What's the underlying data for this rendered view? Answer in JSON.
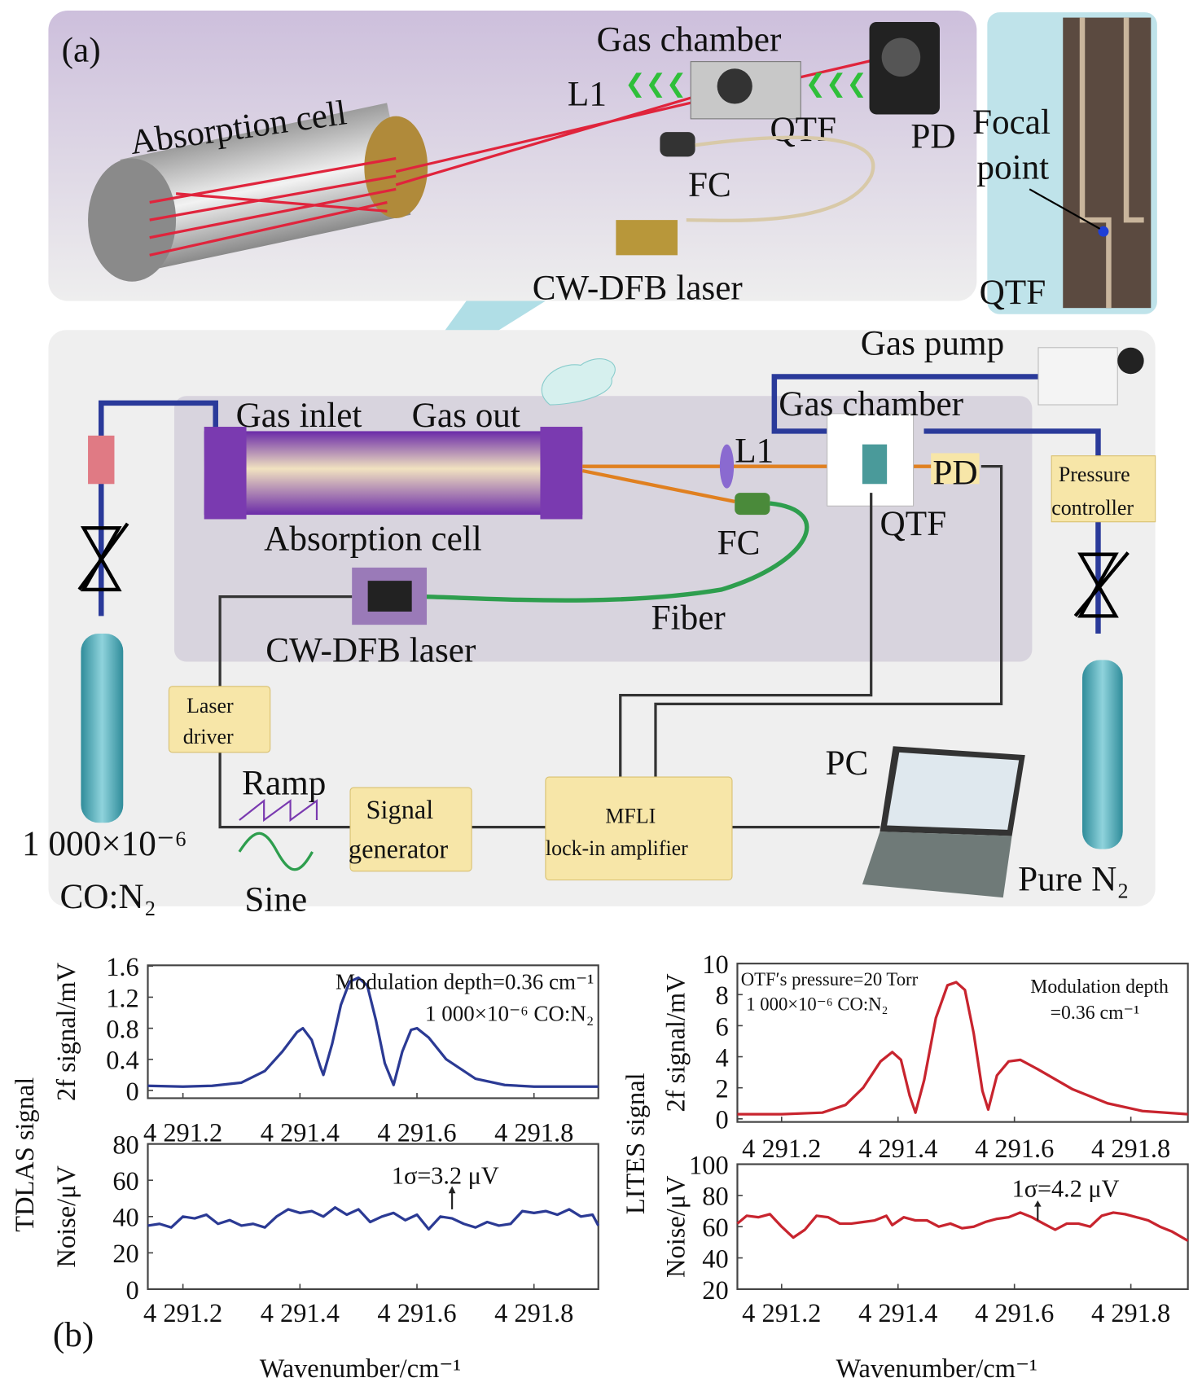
{
  "panel_a": {
    "label": "(a)",
    "inset_top": {
      "gas_chamber": "Gas chamber",
      "absorption_cell": "Absorption cell",
      "l1": "L1",
      "qtf": "QTF",
      "pd": "PD",
      "fc": "FC",
      "laser": "CW-DFB laser"
    },
    "qtf_photo": {
      "focal_point_1": "Focal",
      "focal_point_2": "point",
      "qtf": "QTF"
    },
    "setup": {
      "gas_pump": "Gas pump",
      "gas_chamber": "Gas chamber",
      "gas_inlet": "Gas inlet",
      "gas_out": "Gas out",
      "l1": "L1",
      "pd": "PD",
      "qtf": "QTF",
      "fc": "FC",
      "absorption_cell": "Absorption cell",
      "fiber": "Fiber",
      "laser": "CW-DFB laser",
      "pressure_controller_1": "Pressure",
      "pressure_controller_2": "controller",
      "laser_driver_1": "Laser",
      "laser_driver_2": "driver",
      "ramp": "Ramp",
      "sine": "Sine",
      "signal_generator_1": "Signal",
      "signal_generator_2": "generator",
      "lockin_1": "MFLI",
      "lockin_2": "lock-in amplifier",
      "pc": "PC",
      "gas_left_1": "1 000×10⁻⁶",
      "gas_left_2": "CO:N₂",
      "gas_right": "Pure N₂"
    },
    "colors": {
      "beam": "#e0243c",
      "tubing": "#2a3a9a",
      "fiber": "#2e9e4e",
      "cell": "#7a3ab0",
      "box": "#f7e6a8",
      "cylinder": "#4aa6b4"
    }
  },
  "panel_b": {
    "label": "(b)",
    "xlabel": "Wavenumber/cm⁻¹"
  },
  "chart_data": [
    {
      "type": "line",
      "group_label": "TDLAS signal",
      "ylabel": "2f signal/mV",
      "xlim": [
        4291.14,
        4291.91
      ],
      "ylim": [
        -0.1,
        1.61
      ],
      "xticks": [
        "4 291.2",
        "4 291.4",
        "4 291.6",
        "4 291.8"
      ],
      "xtick_values": [
        4291.2,
        4291.4,
        4291.6,
        4291.8
      ],
      "yticks": [
        "0",
        "0.4",
        "0.8",
        "1.2",
        "1.6"
      ],
      "ytick_values": [
        0,
        0.4,
        0.8,
        1.2,
        1.6
      ],
      "color": "#2b3a94",
      "annotations": [
        "Modulation depth=0.36 cm⁻¹",
        "1 000×10⁻⁶ CO:N₂"
      ],
      "points": [
        [
          4291.14,
          0.06
        ],
        [
          4291.2,
          0.05
        ],
        [
          4291.25,
          0.06
        ],
        [
          4291.3,
          0.1
        ],
        [
          4291.34,
          0.25
        ],
        [
          4291.37,
          0.5
        ],
        [
          4291.395,
          0.75
        ],
        [
          4291.405,
          0.8
        ],
        [
          4291.42,
          0.65
        ],
        [
          4291.435,
          0.3
        ],
        [
          4291.44,
          0.2
        ],
        [
          4291.455,
          0.6
        ],
        [
          4291.47,
          1.1
        ],
        [
          4291.485,
          1.4
        ],
        [
          4291.5,
          1.45
        ],
        [
          4291.515,
          1.35
        ],
        [
          4291.53,
          0.9
        ],
        [
          4291.545,
          0.35
        ],
        [
          4291.56,
          0.07
        ],
        [
          4291.575,
          0.5
        ],
        [
          4291.59,
          0.78
        ],
        [
          4291.6,
          0.8
        ],
        [
          4291.62,
          0.68
        ],
        [
          4291.65,
          0.4
        ],
        [
          4291.7,
          0.15
        ],
        [
          4291.75,
          0.07
        ],
        [
          4291.8,
          0.05
        ],
        [
          4291.91,
          0.05
        ]
      ]
    },
    {
      "type": "line",
      "ylabel": "Noise/μV",
      "xlim": [
        4291.14,
        4291.91
      ],
      "ylim": [
        0,
        80
      ],
      "xticks": [
        "4 291.2",
        "4 291.4",
        "4 291.6",
        "4 291.8"
      ],
      "xtick_values": [
        4291.2,
        4291.4,
        4291.6,
        4291.8
      ],
      "yticks": [
        "0",
        "20",
        "40",
        "60",
        "80"
      ],
      "ytick_values": [
        0,
        20,
        40,
        60,
        80
      ],
      "color": "#2b3a94",
      "annotations": [
        "1σ=3.2 μV"
      ],
      "arrow_x": 4291.66,
      "points": [
        [
          4291.14,
          35
        ],
        [
          4291.16,
          36
        ],
        [
          4291.18,
          34
        ],
        [
          4291.2,
          40
        ],
        [
          4291.22,
          39
        ],
        [
          4291.24,
          41
        ],
        [
          4291.26,
          36
        ],
        [
          4291.28,
          38
        ],
        [
          4291.3,
          35
        ],
        [
          4291.32,
          36
        ],
        [
          4291.34,
          34
        ],
        [
          4291.36,
          40
        ],
        [
          4291.38,
          44
        ],
        [
          4291.4,
          42
        ],
        [
          4291.42,
          43
        ],
        [
          4291.44,
          40
        ],
        [
          4291.46,
          45
        ],
        [
          4291.48,
          41
        ],
        [
          4291.5,
          44
        ],
        [
          4291.52,
          37
        ],
        [
          4291.54,
          40
        ],
        [
          4291.56,
          42
        ],
        [
          4291.58,
          38
        ],
        [
          4291.6,
          41
        ],
        [
          4291.62,
          33
        ],
        [
          4291.64,
          40
        ],
        [
          4291.66,
          39
        ],
        [
          4291.68,
          36
        ],
        [
          4291.7,
          34
        ],
        [
          4291.72,
          37
        ],
        [
          4291.74,
          35
        ],
        [
          4291.76,
          36
        ],
        [
          4291.78,
          43
        ],
        [
          4291.8,
          42
        ],
        [
          4291.82,
          43
        ],
        [
          4291.84,
          41
        ],
        [
          4291.86,
          44
        ],
        [
          4291.88,
          40
        ],
        [
          4291.9,
          41
        ],
        [
          4291.91,
          35
        ]
      ]
    },
    {
      "type": "line",
      "group_label": "LITES signal",
      "ylabel": "2f signal/mV",
      "xlim": [
        4291.124,
        4291.898
      ],
      "ylim": [
        -0.2,
        10
      ],
      "xticks": [
        "4 291.2",
        "4 291.4",
        "4 291.6",
        "4 291.8"
      ],
      "xtick_values": [
        4291.2,
        4291.4,
        4291.6,
        4291.8
      ],
      "yticks": [
        "0",
        "2",
        "4",
        "6",
        "8",
        "10"
      ],
      "ytick_values": [
        0,
        2,
        4,
        6,
        8,
        10
      ],
      "color": "#c8242e",
      "annotations": [
        "OTF′s pressure=20 Torr",
        "1 000×10⁻⁶ CO:N₂",
        "Modulation depth",
        "=0.36 cm⁻¹"
      ],
      "points": [
        [
          4291.124,
          0.3
        ],
        [
          4291.2,
          0.3
        ],
        [
          4291.27,
          0.4
        ],
        [
          4291.31,
          0.9
        ],
        [
          4291.34,
          2
        ],
        [
          4291.37,
          3.7
        ],
        [
          4291.39,
          4.3
        ],
        [
          4291.405,
          3.8
        ],
        [
          4291.42,
          1.5
        ],
        [
          4291.43,
          0.4
        ],
        [
          4291.445,
          2.5
        ],
        [
          4291.465,
          6.5
        ],
        [
          4291.485,
          8.6
        ],
        [
          4291.5,
          8.8
        ],
        [
          4291.515,
          8.3
        ],
        [
          4291.53,
          5.5
        ],
        [
          4291.545,
          1.8
        ],
        [
          4291.555,
          0.6
        ],
        [
          4291.57,
          2.8
        ],
        [
          4291.59,
          3.7
        ],
        [
          4291.61,
          3.8
        ],
        [
          4291.64,
          3.2
        ],
        [
          4291.7,
          1.9
        ],
        [
          4291.76,
          1
        ],
        [
          4291.82,
          0.5
        ],
        [
          4291.898,
          0.3
        ]
      ]
    },
    {
      "type": "line",
      "ylabel": "Noise/μV",
      "xlim": [
        4291.124,
        4291.898
      ],
      "ylim": [
        20,
        100
      ],
      "xticks": [
        "4 291.2",
        "4 291.4",
        "4 291.6",
        "4 291.8"
      ],
      "xtick_values": [
        4291.2,
        4291.4,
        4291.6,
        4291.8
      ],
      "yticks": [
        "20",
        "40",
        "60",
        "80",
        "100"
      ],
      "ytick_values": [
        20,
        40,
        60,
        80,
        100
      ],
      "color": "#c8242e",
      "annotations": [
        "1σ=4.2 μV"
      ],
      "arrow_x": 4291.64,
      "points": [
        [
          4291.124,
          62
        ],
        [
          4291.14,
          67
        ],
        [
          4291.16,
          66
        ],
        [
          4291.18,
          68
        ],
        [
          4291.2,
          60
        ],
        [
          4291.22,
          53
        ],
        [
          4291.24,
          58
        ],
        [
          4291.26,
          67
        ],
        [
          4291.28,
          66
        ],
        [
          4291.3,
          62
        ],
        [
          4291.32,
          62
        ],
        [
          4291.34,
          63
        ],
        [
          4291.36,
          64
        ],
        [
          4291.38,
          67
        ],
        [
          4291.39,
          61
        ],
        [
          4291.41,
          66
        ],
        [
          4291.43,
          64
        ],
        [
          4291.45,
          64
        ],
        [
          4291.47,
          60
        ],
        [
          4291.49,
          62
        ],
        [
          4291.51,
          59
        ],
        [
          4291.53,
          60
        ],
        [
          4291.55,
          63
        ],
        [
          4291.57,
          65
        ],
        [
          4291.59,
          66
        ],
        [
          4291.61,
          69
        ],
        [
          4291.63,
          66
        ],
        [
          4291.65,
          62
        ],
        [
          4291.67,
          58
        ],
        [
          4291.69,
          62
        ],
        [
          4291.71,
          62
        ],
        [
          4291.73,
          60
        ],
        [
          4291.75,
          67
        ],
        [
          4291.77,
          69
        ],
        [
          4291.79,
          68
        ],
        [
          4291.81,
          66
        ],
        [
          4291.83,
          64
        ],
        [
          4291.85,
          60
        ],
        [
          4291.87,
          57
        ],
        [
          4291.898,
          51
        ]
      ]
    }
  ]
}
